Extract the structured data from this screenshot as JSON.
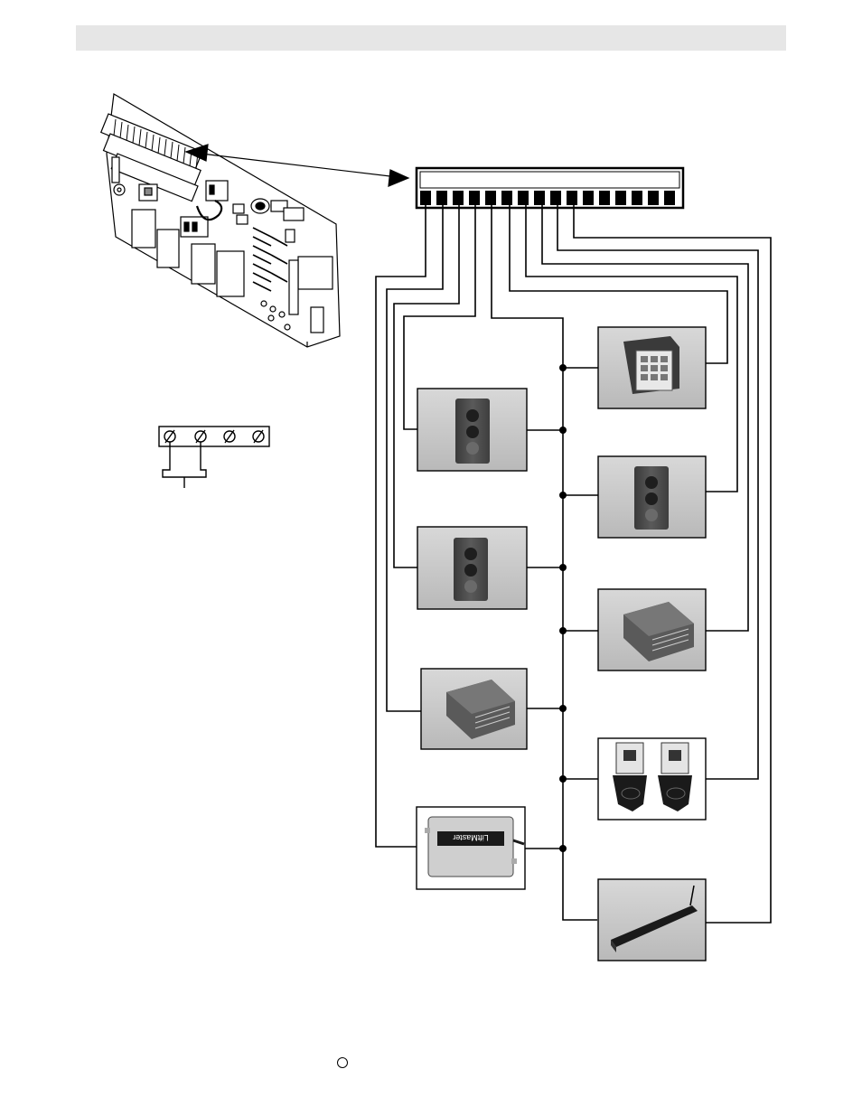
{
  "header": {
    "fill": "#e6e6e6"
  },
  "diagram": {
    "terminal_strip": {
      "terminal_count": 16,
      "wired_terminals": 10
    },
    "small_terminal_block": {
      "terminal_count": 4
    },
    "devices": [
      {
        "name": "keypad",
        "icon": "keypad-icon"
      },
      {
        "name": "push-button-station",
        "icon": "push-button-station-icon"
      },
      {
        "name": "push-button-station",
        "icon": "push-button-station-icon"
      },
      {
        "name": "push-button-station",
        "icon": "push-button-station-icon"
      },
      {
        "name": "vehicle-loop-detector",
        "icon": "loop-detector-icon"
      },
      {
        "name": "vehicle-loop-detector",
        "icon": "loop-detector-icon"
      },
      {
        "name": "photo-eye-pair",
        "icon": "photo-eye-icon"
      },
      {
        "name": "radio-receiver",
        "icon": "receiver-icon",
        "label": "LiftMaster"
      },
      {
        "name": "safety-edge",
        "icon": "edge-sensor-icon"
      }
    ],
    "colors": {
      "line": "#000000",
      "photo_bg": "#c9c9c9",
      "box_fill": "#4a4a4a"
    }
  }
}
